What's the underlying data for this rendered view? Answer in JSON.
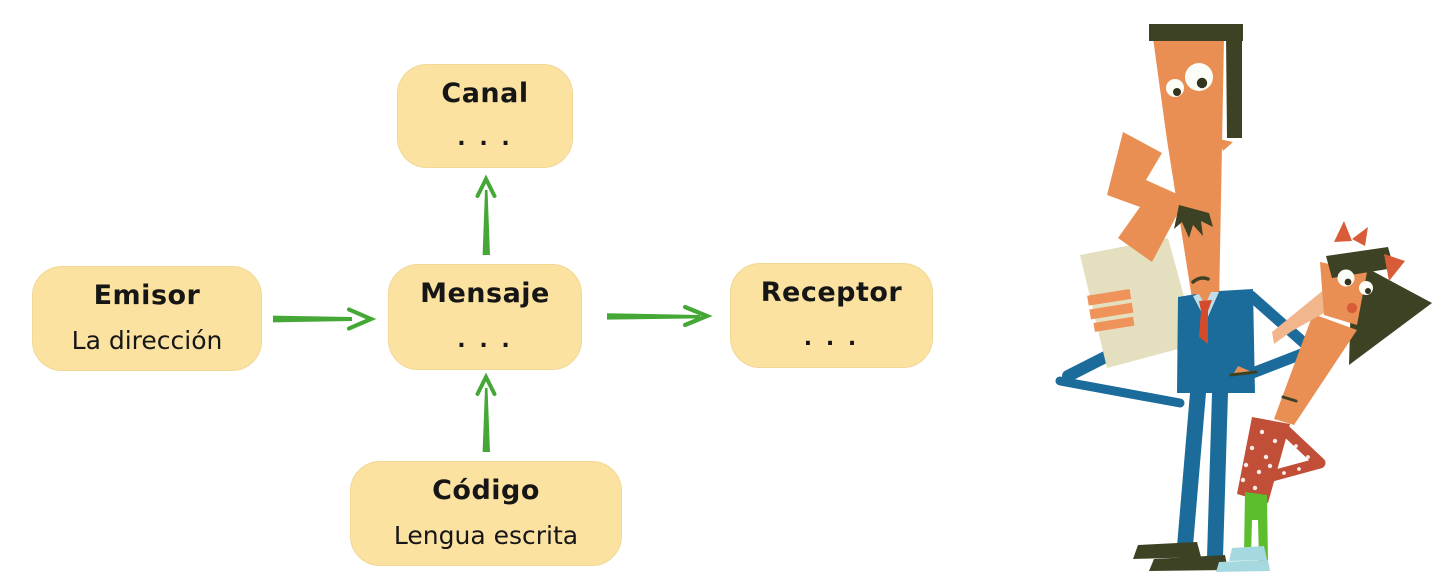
{
  "diagram": {
    "title_context": "communication-elements-diagram",
    "nodes": {
      "emisor": {
        "title": "Emisor",
        "subtitle": "La dirección"
      },
      "canal": {
        "title": "Canal",
        "subtitle": ". . ."
      },
      "mensaje": {
        "title": "Mensaje",
        "subtitle": ". . ."
      },
      "receptor": {
        "title": "Receptor",
        "subtitle": ". . ."
      },
      "codigo": {
        "title": "Código",
        "subtitle": "Lengua escrita"
      }
    },
    "edges": [
      {
        "from": "emisor",
        "to": "mensaje",
        "direction": "right"
      },
      {
        "from": "mensaje",
        "to": "canal",
        "direction": "up"
      },
      {
        "from": "codigo",
        "to": "mensaje",
        "direction": "up"
      },
      {
        "from": "mensaje",
        "to": "receptor",
        "direction": "right"
      }
    ],
    "colors": {
      "node_fill": "#FBE2A0",
      "node_edge": "#F2D795",
      "arrow_green": "#45A836",
      "text": "#161616"
    }
  },
  "illustration": {
    "description": "cartoon man in blue suit reading a paper with small girl looking up",
    "colors": {
      "skin": "#E98F54",
      "skin_light": "#F2B68C",
      "hair_dark_olive": "#3E4224",
      "suit_blue": "#1B6C9B",
      "shirt_collar": "#C2DDE8",
      "tie_red": "#D44B2B",
      "paper_cream": "#E4DFBE",
      "paper_lines_orange": "#F0935B",
      "dress_red": "#C14F38",
      "bow_red": "#D85C38",
      "girl_legs_green": "#5CBE2D",
      "girl_shoes_blue": "#A6D9DF"
    }
  }
}
